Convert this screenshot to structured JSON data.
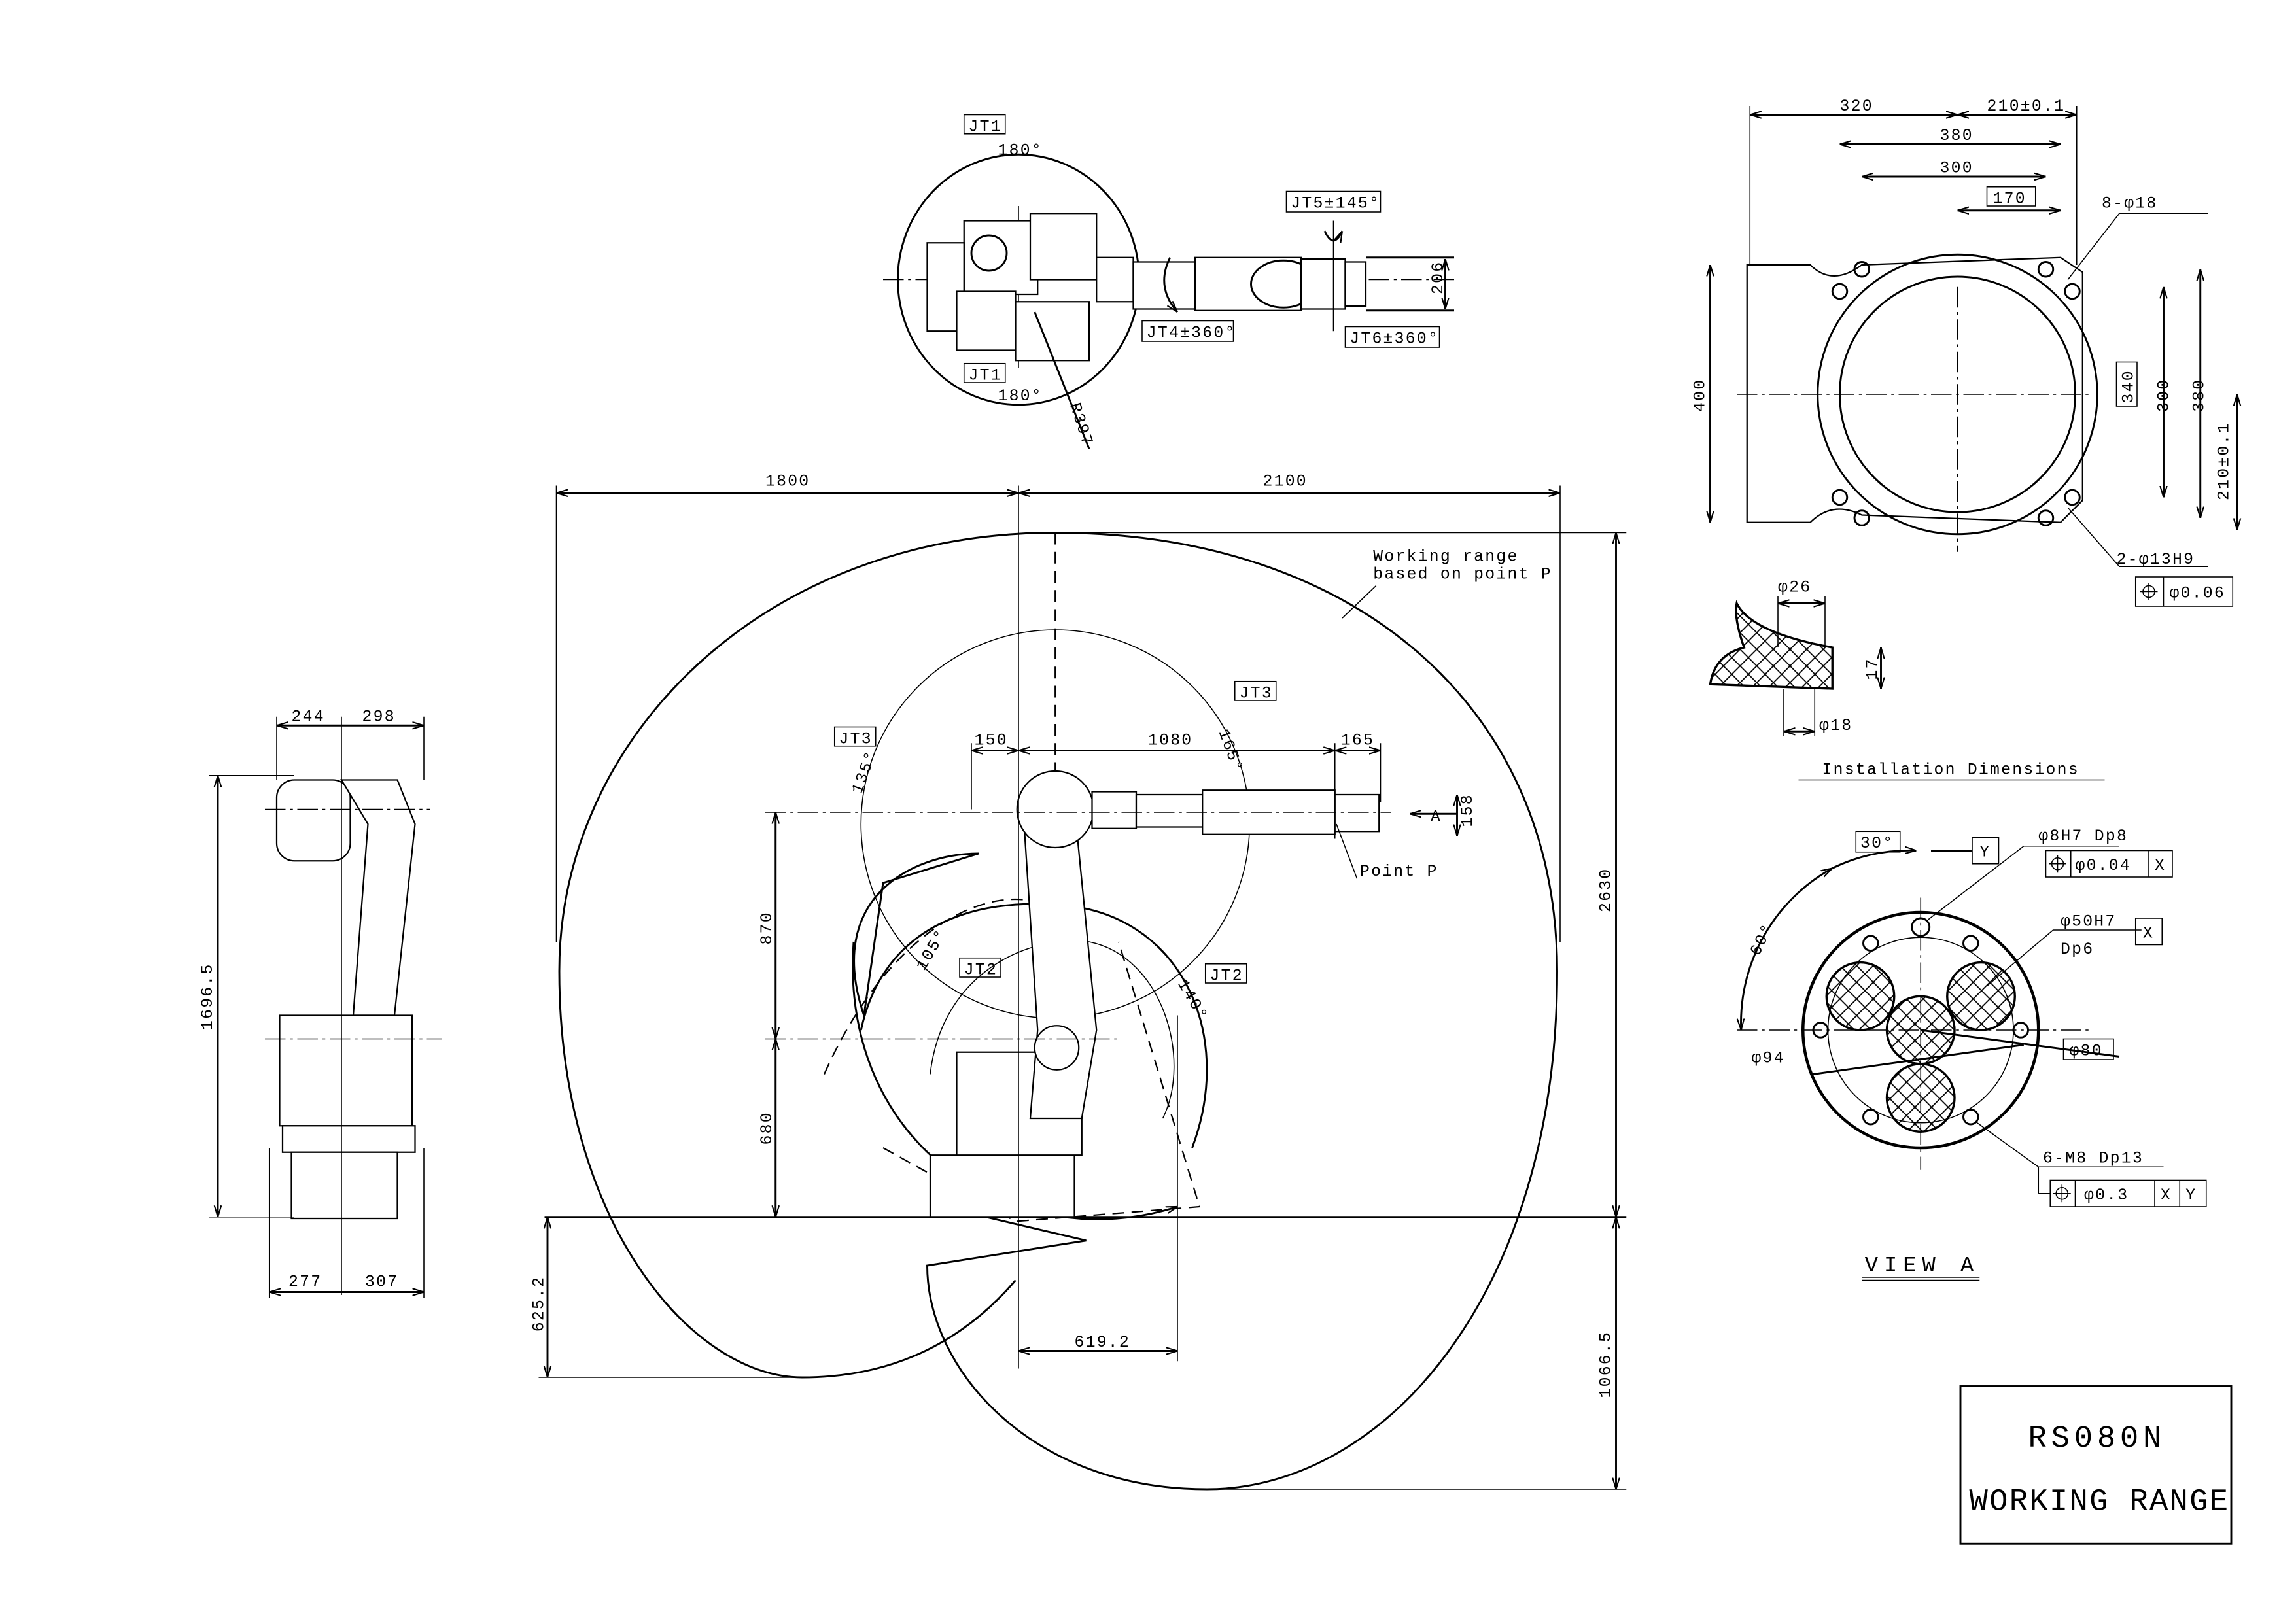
{
  "title_block": {
    "model": "RS080N",
    "subtitle": "WORKING RANGE"
  },
  "top_view": {
    "jt1_label_top": "JT1",
    "jt1_angle_top": "180°",
    "jt1_label_bottom": "JT1",
    "jt1_angle_bottom": "180°",
    "radius": "R397",
    "jt4": "JT4±360°",
    "jt5": "JT5±145°",
    "jt6": "JT6±360°",
    "wrist_width": "206"
  },
  "side_view": {
    "top_left": "244",
    "top_right": "298",
    "bottom_left": "277",
    "bottom_right": "307",
    "height": "1696.5"
  },
  "main_view": {
    "dim_left_reach": "1800",
    "dim_right_reach": "2100",
    "dim_total_height": "2630",
    "dim_below_base": "1066.5",
    "dim_left_below": "625.2",
    "dim_rear_reach": "619.2",
    "dim_upper_arm": "870",
    "dim_base_height": "680",
    "dim_offset": "150",
    "dim_forearm": "1080",
    "dim_wrist": "165",
    "dim_flange": "158",
    "view_marker": "A",
    "point_label": "Point P",
    "working_range_note": [
      "Working range",
      "based on point P"
    ],
    "jt3_label_right": "JT3",
    "jt3_angle_right": "165°",
    "jt3_label_left": "JT3",
    "jt3_angle_left": "135°",
    "jt2_label_left": "JT2",
    "jt2_angle_left": "105°",
    "jt2_label_right": "JT2",
    "jt2_angle_right": "140°"
  },
  "installation": {
    "title": "Installation Dimensions",
    "dim_320": "320",
    "dim_210_top": "210±0.1",
    "dim_380_h": "380",
    "dim_300_h": "300",
    "dim_170": "170",
    "holes": "8-φ18",
    "dim_400": "400",
    "dim_340": "340",
    "dim_300_v": "300",
    "dim_380_v": "380",
    "dim_210_v": "210±0.1",
    "pins": "2-φ13H9",
    "pin_tolerance": "φ0.06",
    "counterbore": "φ26",
    "depth": "17",
    "bore": "φ18"
  },
  "view_a": {
    "title": "VIEW A",
    "angle_30": "30°",
    "angle_60": "60°",
    "datum_y": "Y",
    "datum_x": "X",
    "pin_hole": "φ8H7 Dp8",
    "pin_tol": "φ0.04",
    "pin_tol_datum": "X",
    "center_bore": "φ50H7",
    "center_depth": "Dp6",
    "pcd_outer": "φ94",
    "pcd_inner": "φ80",
    "tapped": "6-M8 Dp13",
    "tapped_tol": "φ0.3",
    "tapped_datum1": "X",
    "tapped_datum2": "Y"
  }
}
